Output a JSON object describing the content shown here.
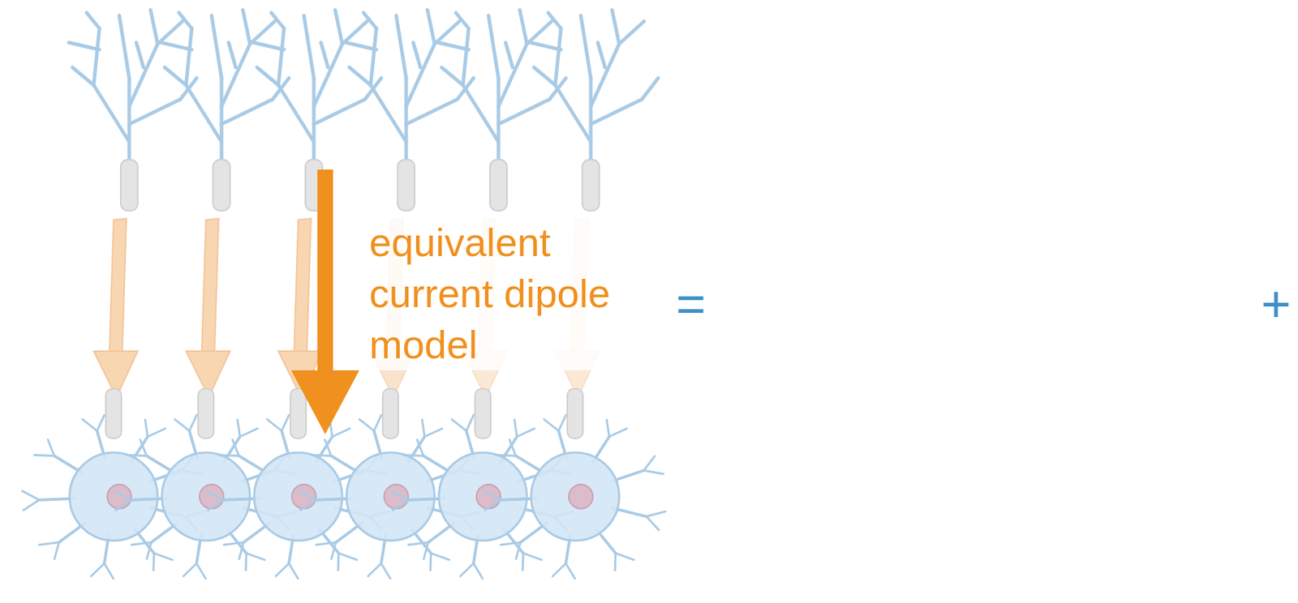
{
  "diagram": {
    "labels": [
      "equivalent current dipole model",
      "=",
      "+"
    ]
  }
}
